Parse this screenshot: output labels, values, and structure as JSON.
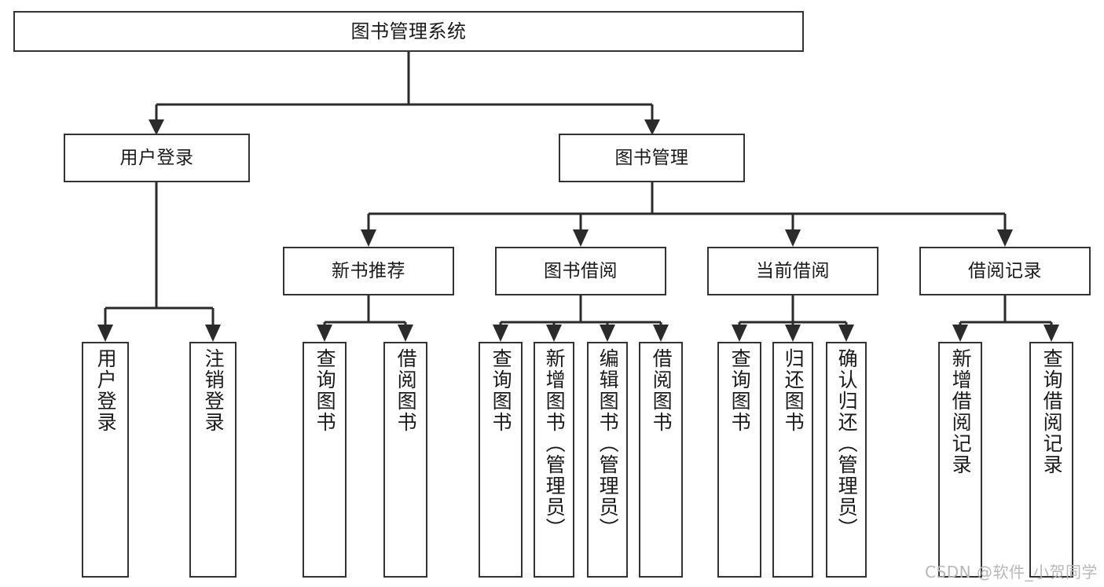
{
  "diagram": {
    "type": "tree-hierarchy-chart",
    "title": "图书管理系统",
    "watermark": "CSDN @软件_小贺同学",
    "colors": {
      "box_border": "#333333",
      "box_fill": "#ffffff",
      "connector": "#2b2b2b",
      "text": "#1a1a1a",
      "watermark": "#b8b8b8",
      "background": "#ffffff"
    },
    "nodes": {
      "root": {
        "label": "图书管理系统"
      },
      "level2": [
        {
          "id": "user-login",
          "label": "用户登录"
        },
        {
          "id": "book-management",
          "label": "图书管理"
        }
      ],
      "level3": [
        {
          "id": "new-book-recommend",
          "label": "新书推荐"
        },
        {
          "id": "book-borrow",
          "label": "图书借阅"
        },
        {
          "id": "current-borrow",
          "label": "当前借阅"
        },
        {
          "id": "borrow-record",
          "label": "借阅记录"
        }
      ],
      "leaves": {
        "user_login": [
          {
            "id": "leaf-user-login",
            "label": "用户登录"
          },
          {
            "id": "leaf-logout-login",
            "label": "注销登录"
          }
        ],
        "new_book_recommend": [
          {
            "id": "leaf-query-book-1",
            "label": "查询图书"
          },
          {
            "id": "leaf-borrow-book-1",
            "label": "借阅图书"
          }
        ],
        "book_borrow": [
          {
            "id": "leaf-query-book-2",
            "label": "查询图书"
          },
          {
            "id": "leaf-add-book",
            "label": "新增图书（管理员）"
          },
          {
            "id": "leaf-edit-book",
            "label": "编辑图书（管理员）"
          },
          {
            "id": "leaf-borrow-book-2",
            "label": "借阅图书"
          }
        ],
        "current_borrow": [
          {
            "id": "leaf-query-book-3",
            "label": "查询图书"
          },
          {
            "id": "leaf-return-book",
            "label": "归还图书"
          },
          {
            "id": "leaf-confirm-return",
            "label": "确认归还（管理员）"
          }
        ],
        "borrow_record": [
          {
            "id": "leaf-add-record",
            "label": "新增借阅记录"
          },
          {
            "id": "leaf-query-record",
            "label": "查询借阅记录"
          }
        ]
      }
    }
  }
}
